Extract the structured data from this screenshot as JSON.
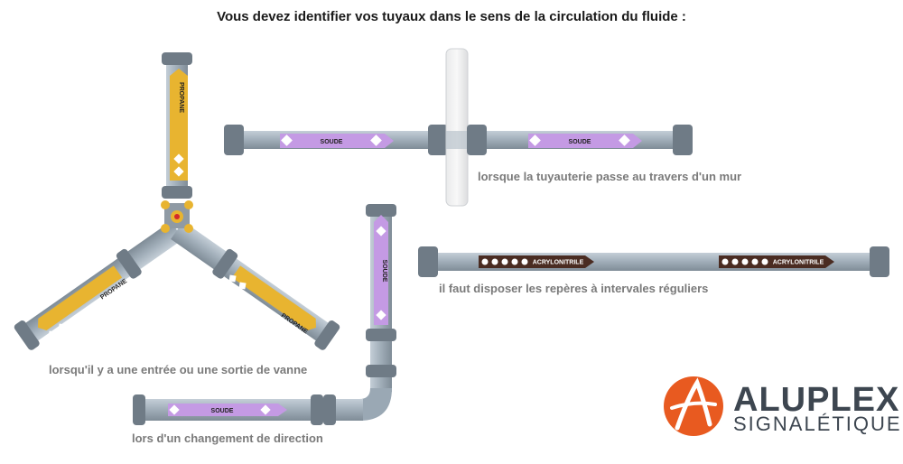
{
  "title": "Vous devez identifier vos tuyaux dans le sens de la circulation du fluide :",
  "captions": {
    "wall": "lorsque la tuyauterie passe au travers d'un mur",
    "interval": "il faut disposer les repères à intervales réguliers",
    "valve": "lorsqu'il y a une entrée ou une sortie de vanne",
    "direction": "lors d'un changement de direction"
  },
  "labels": {
    "propane": "PROPANE",
    "soude": "SOUDE",
    "acrylonitrile": "ACRYLONITRILE"
  },
  "logo": {
    "name": "ALUPLEX",
    "subtitle": "SIGNALÉTIQUE"
  },
  "colors": {
    "pipe": "#9aa8b4",
    "pipe_dark": "#6f7b86",
    "propane": "#e8b430",
    "soude": "#c49ae4",
    "acrylonitrile": "#4a2c22",
    "brand_orange": "#e85a20",
    "brand_text": "#3d4650"
  }
}
